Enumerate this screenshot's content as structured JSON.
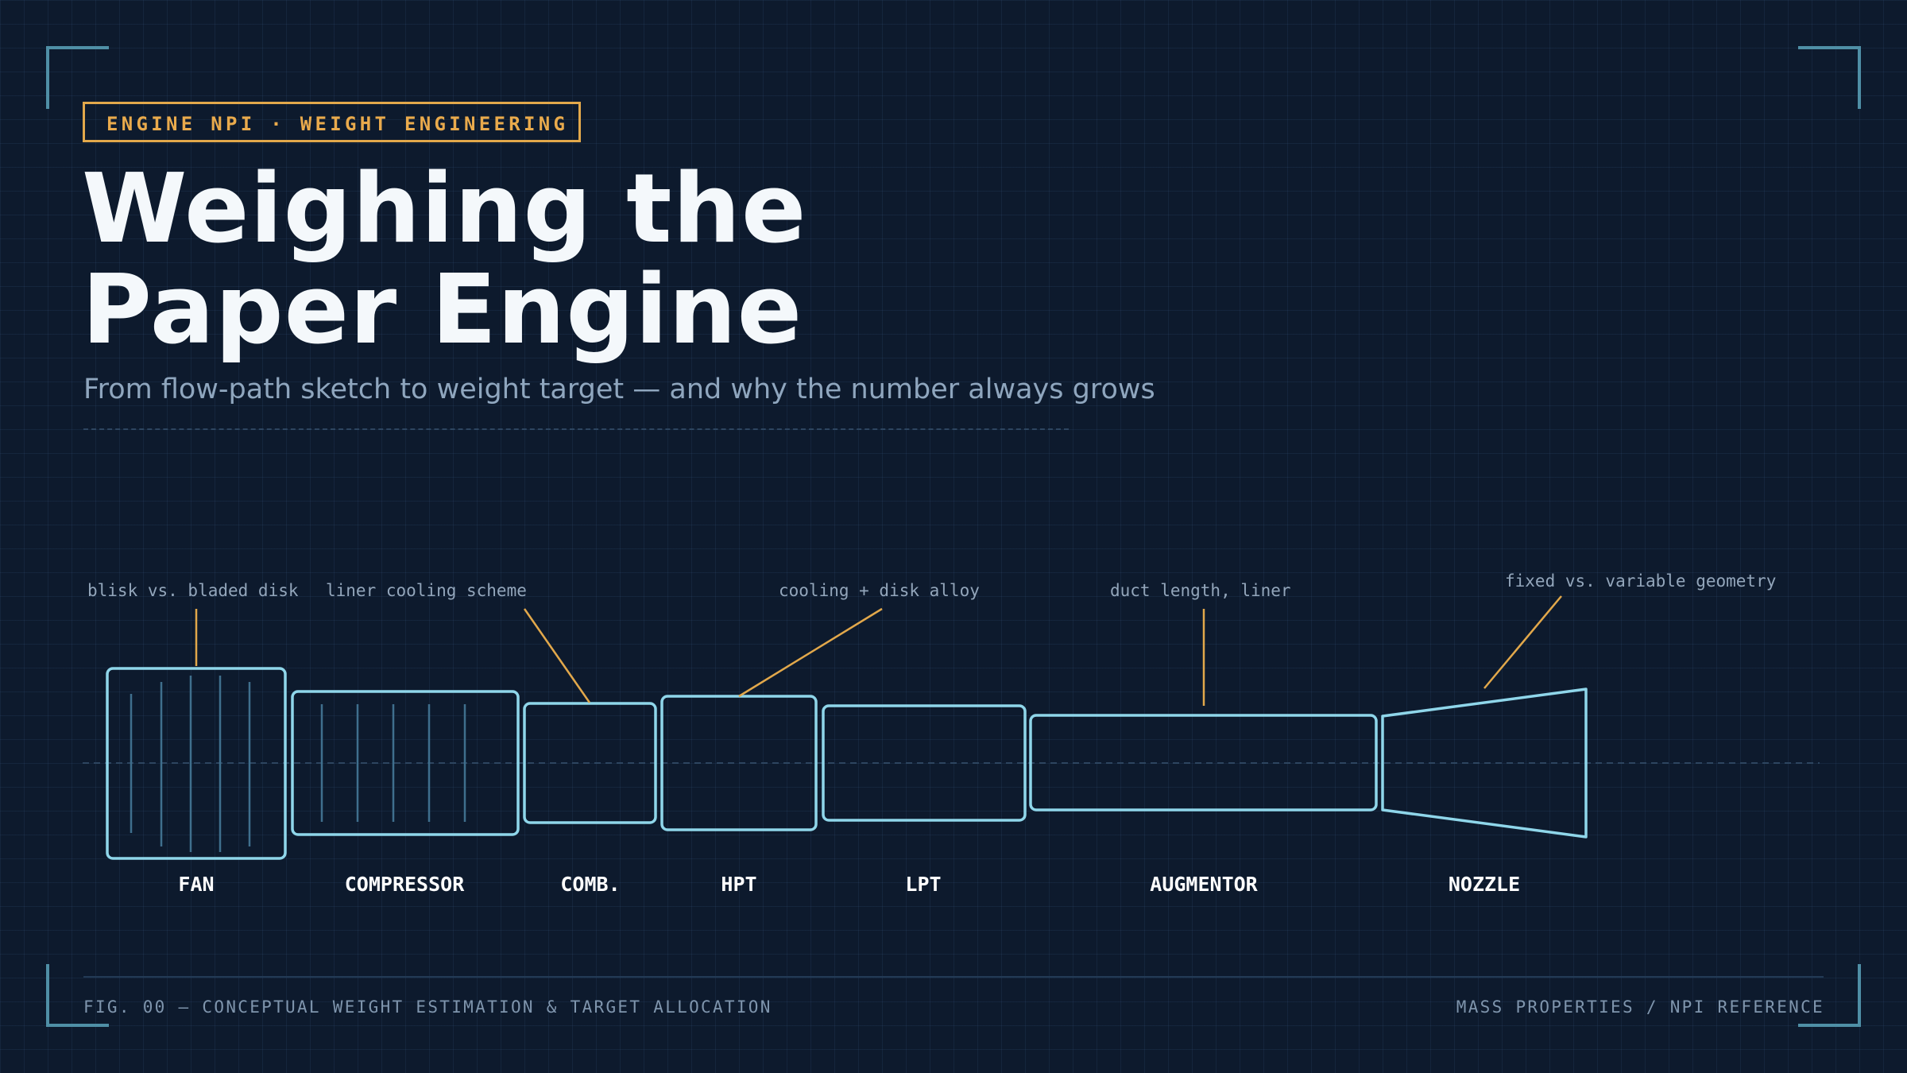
{
  "header": {
    "tag": "ENGINE NPI · WEIGHT ENGINEERING",
    "title_line1": "Weighing the",
    "title_line2": "Paper Engine",
    "subtitle": "From flow-path sketch to weight target — and why the number always grows"
  },
  "diagram": {
    "stages": {
      "fan": "FAN",
      "compressor": "COMPRESSOR",
      "combustor": "COMB.",
      "hpt": "HPT",
      "lpt": "LPT",
      "augmentor": "AUGMENTOR",
      "nozzle": "NOZZLE"
    },
    "callouts": {
      "fan": "blisk vs. bladed disk",
      "combustor": "liner cooling scheme",
      "hpt": "cooling + disk alloy",
      "augmentor": "duct length, liner",
      "nozzle": "fixed vs. variable geometry"
    }
  },
  "footer": {
    "left": "FIG. 00 — CONCEPTUAL WEIGHT ESTIMATION & TARGET ALLOCATION",
    "right": "MASS PROPERTIES / NPI REFERENCE"
  },
  "colors": {
    "background": "#0d1a2d",
    "accent": "#e9aa4c",
    "outline": "#8fd6ea"
  }
}
